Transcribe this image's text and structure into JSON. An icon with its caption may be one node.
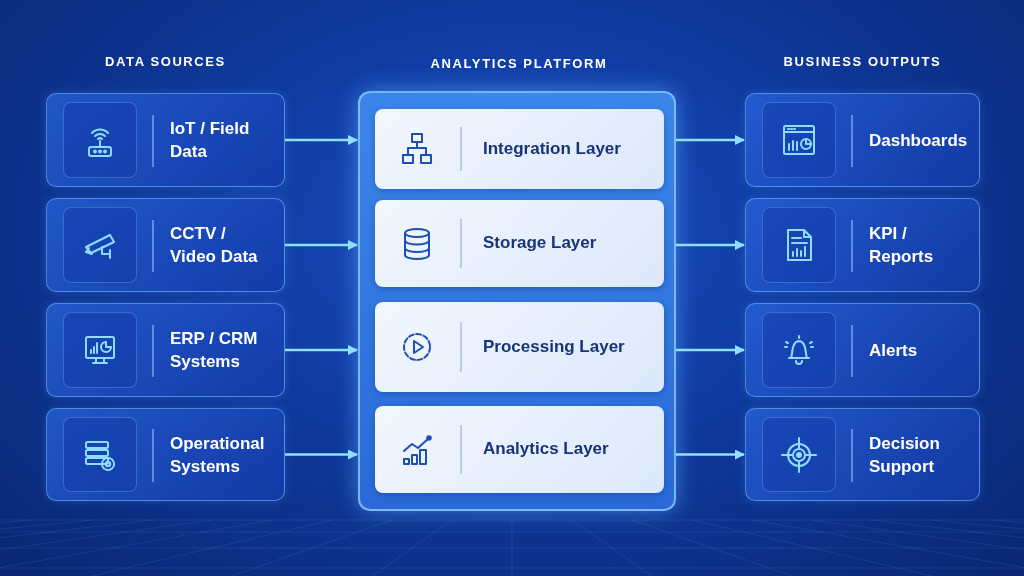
{
  "diagram": {
    "nodes": [
      {
        "text": [
          "IoT / Field Data"
        ]
      },
      {
        "text": [
          "CCTV / Video Data"
        ]
      },
      {
        "text": [
          "ERP / CRM Systems"
        ]
      },
      {
        "text": [
          "Operational Systems"
        ]
      },
      {
        "text": [
          "ANALYTICS PLATFORM"
        ]
      },
      {
        "text": [
          "Integration Layer"
        ],
        "in": 4
      },
      {
        "text": [
          "Storage Layer"
        ],
        "in": 4
      },
      {
        "text": [
          "Processing Layer"
        ],
        "in": 4
      },
      {
        "text": [
          "Analytics Layer"
        ],
        "in": 4
      },
      {
        "text": [
          "Dashboards"
        ]
      },
      {
        "text": [
          "KPI / Reports"
        ]
      },
      {
        "text": [
          "Alerts"
        ]
      },
      {
        "text": [
          "Decision Support"
        ]
      }
    ],
    "edges": [
      {
        "from": 0,
        "to": 4,
        "arrow": "to"
      },
      {
        "from": 1,
        "to": 4,
        "arrow": "to"
      },
      {
        "from": 2,
        "to": 4,
        "arrow": "to"
      },
      {
        "from": 3,
        "to": 4,
        "arrow": "to"
      },
      {
        "from": 4,
        "to": 9,
        "arrow": "to"
      },
      {
        "from": 4,
        "to": 10,
        "arrow": "to"
      },
      {
        "from": 4,
        "to": 11,
        "arrow": "to"
      },
      {
        "from": 4,
        "to": 12,
        "arrow": "to"
      }
    ],
    "labels": [
      "DATA SOURCES",
      "BUSINESS OUTPUTS"
    ]
  }
}
